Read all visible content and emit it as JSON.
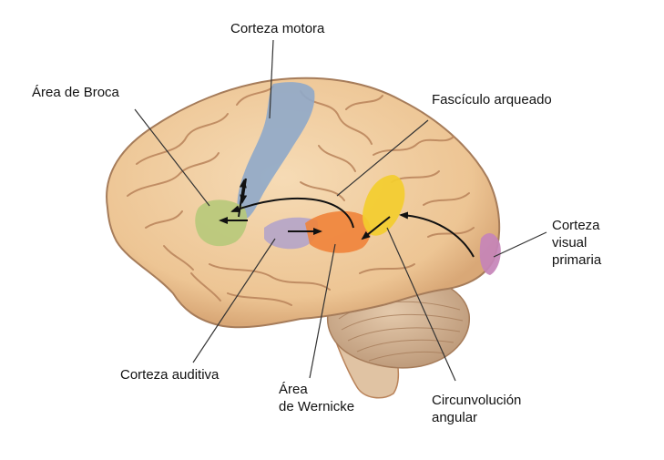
{
  "labels": {
    "motor_cortex": "Corteza motora",
    "broca": "Área de Broca",
    "arcuate": "Fascículo arqueado",
    "visual_1": "Corteza",
    "visual_2": "visual",
    "visual_3": "primaria",
    "auditory": "Corteza auditiva",
    "wernicke_1": "Área",
    "wernicke_2": "de Wernicke",
    "angular_1": "Circunvolución",
    "angular_2": "angular"
  },
  "colors": {
    "brain_fill": "#f2cfa3",
    "brain_shade": "#d9a877",
    "gyri_line": "#b9835a",
    "motor": "#8fa9c9",
    "broca": "#b7c97a",
    "auditory": "#b4a4c9",
    "wernicke": "#f0833a",
    "angular": "#f3cd2e",
    "visual": "#c684b8",
    "cerebellum": "#d4b596",
    "arrow": "#111111",
    "leader": "#333333"
  }
}
